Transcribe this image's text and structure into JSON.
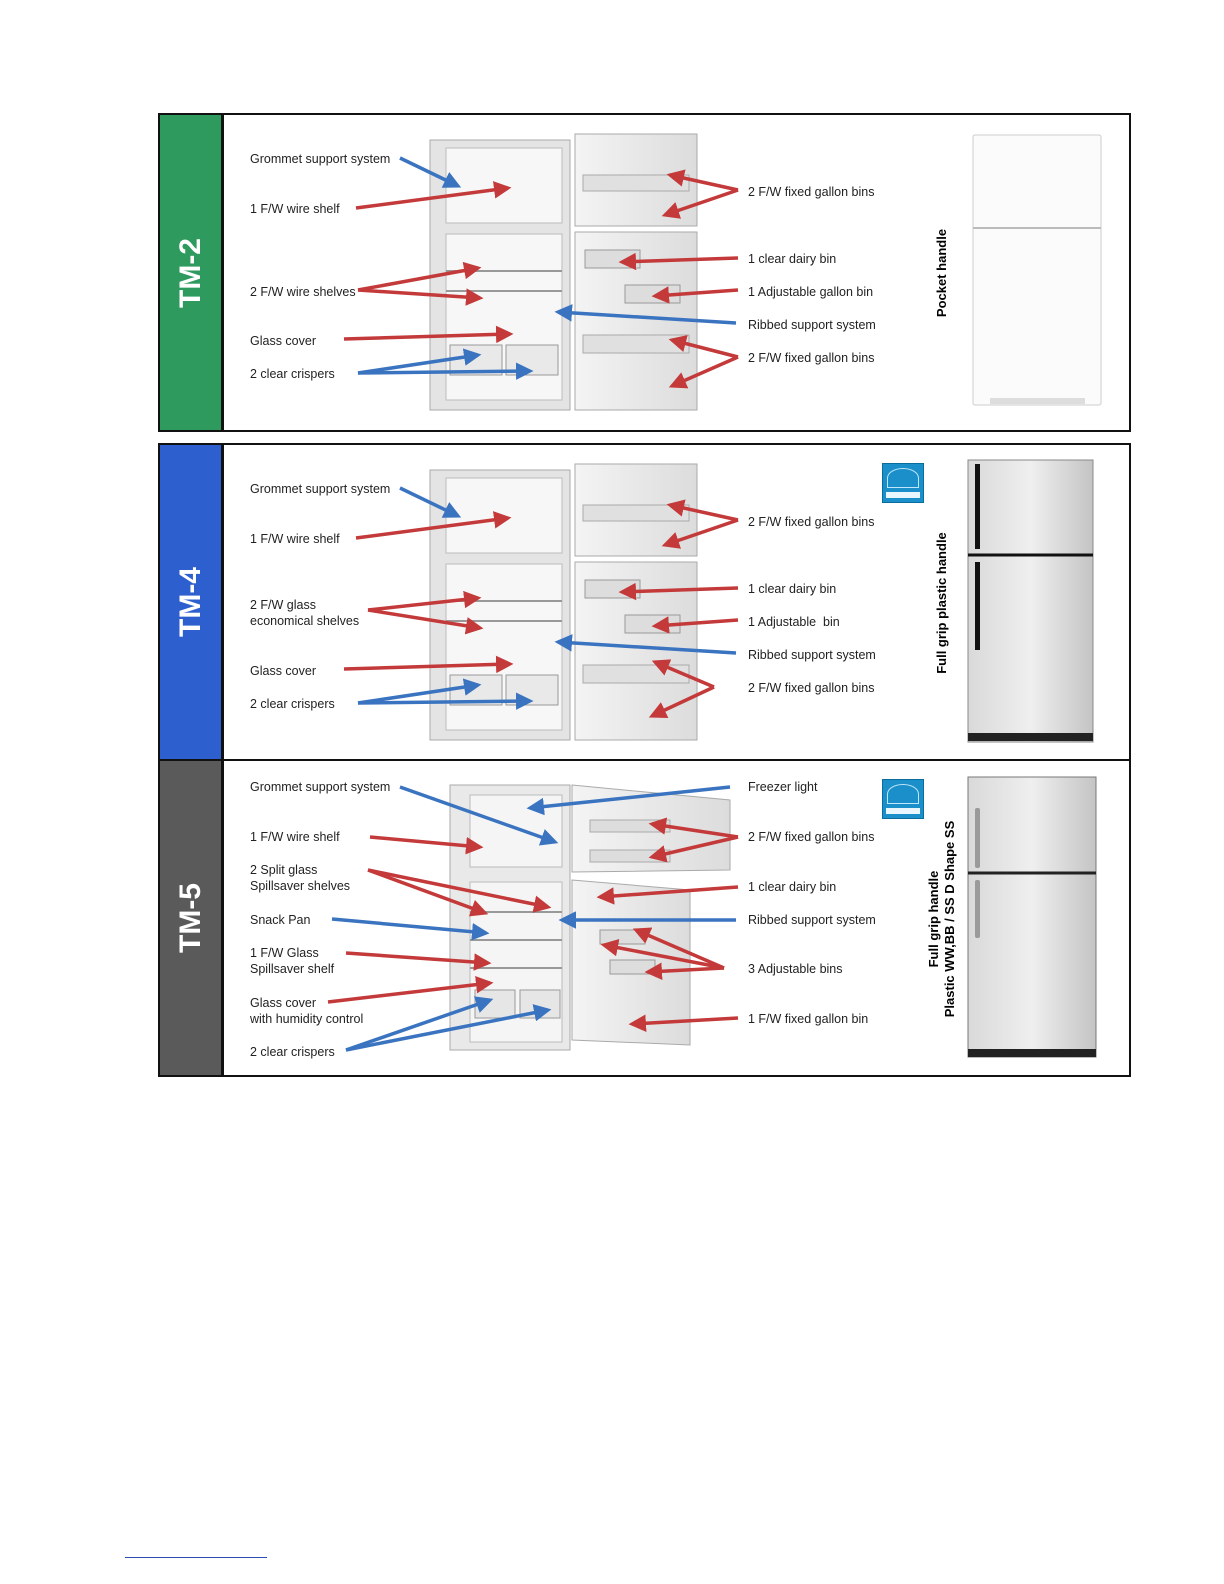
{
  "colors": {
    "tm2": "#2e9a5e",
    "tm4": "#2d5fcf",
    "tm5": "#5a5a5a",
    "red_arrow": "#c43a3a",
    "blue_arrow": "#3a74c0"
  },
  "panels": [
    {
      "model": "TM-2",
      "handle": "Pocket handle",
      "labels_left": [
        "Grommet support system",
        "1 F/W wire shelf",
        "2 F/W wire shelves",
        "Glass cover",
        "2 clear crispers"
      ],
      "labels_right": [
        "2 F/W fixed gallon bins",
        "1 clear dairy bin",
        "1 Adjustable gallon bin",
        "Ribbed support system",
        "2 F/W fixed gallon bins"
      ]
    },
    {
      "model": "TM-4",
      "handle": "Full grip plastic handle",
      "labels_left": [
        "Grommet support system",
        "1 F/W wire shelf",
        "2 F/W glass\neconomical shelves",
        "Glass cover",
        "2 clear crispers"
      ],
      "labels_right": [
        "2 F/W fixed gallon bins",
        "1 clear dairy bin",
        "1 Adjustable  bin",
        "Ribbed support system",
        "2 F/W fixed gallon bins"
      ]
    },
    {
      "model": "TM-5",
      "handle": "Full grip handle\nPlastic WW,BB / SS D Shape SS",
      "labels_left": [
        "Grommet support system",
        "1 F/W wire shelf",
        "2 Split glass\nSpillsaver shelves",
        "Snack Pan",
        "1 F/W Glass\nSpillsaver shelf",
        "Glass cover\nwith humidity control",
        "2 clear crispers"
      ],
      "labels_right": [
        "Freezer light",
        "2 F/W fixed gallon bins",
        "1 clear dairy bin",
        "Ribbed support system",
        "3 Adjustable bins",
        "1 F/W fixed gallon bin"
      ]
    }
  ]
}
